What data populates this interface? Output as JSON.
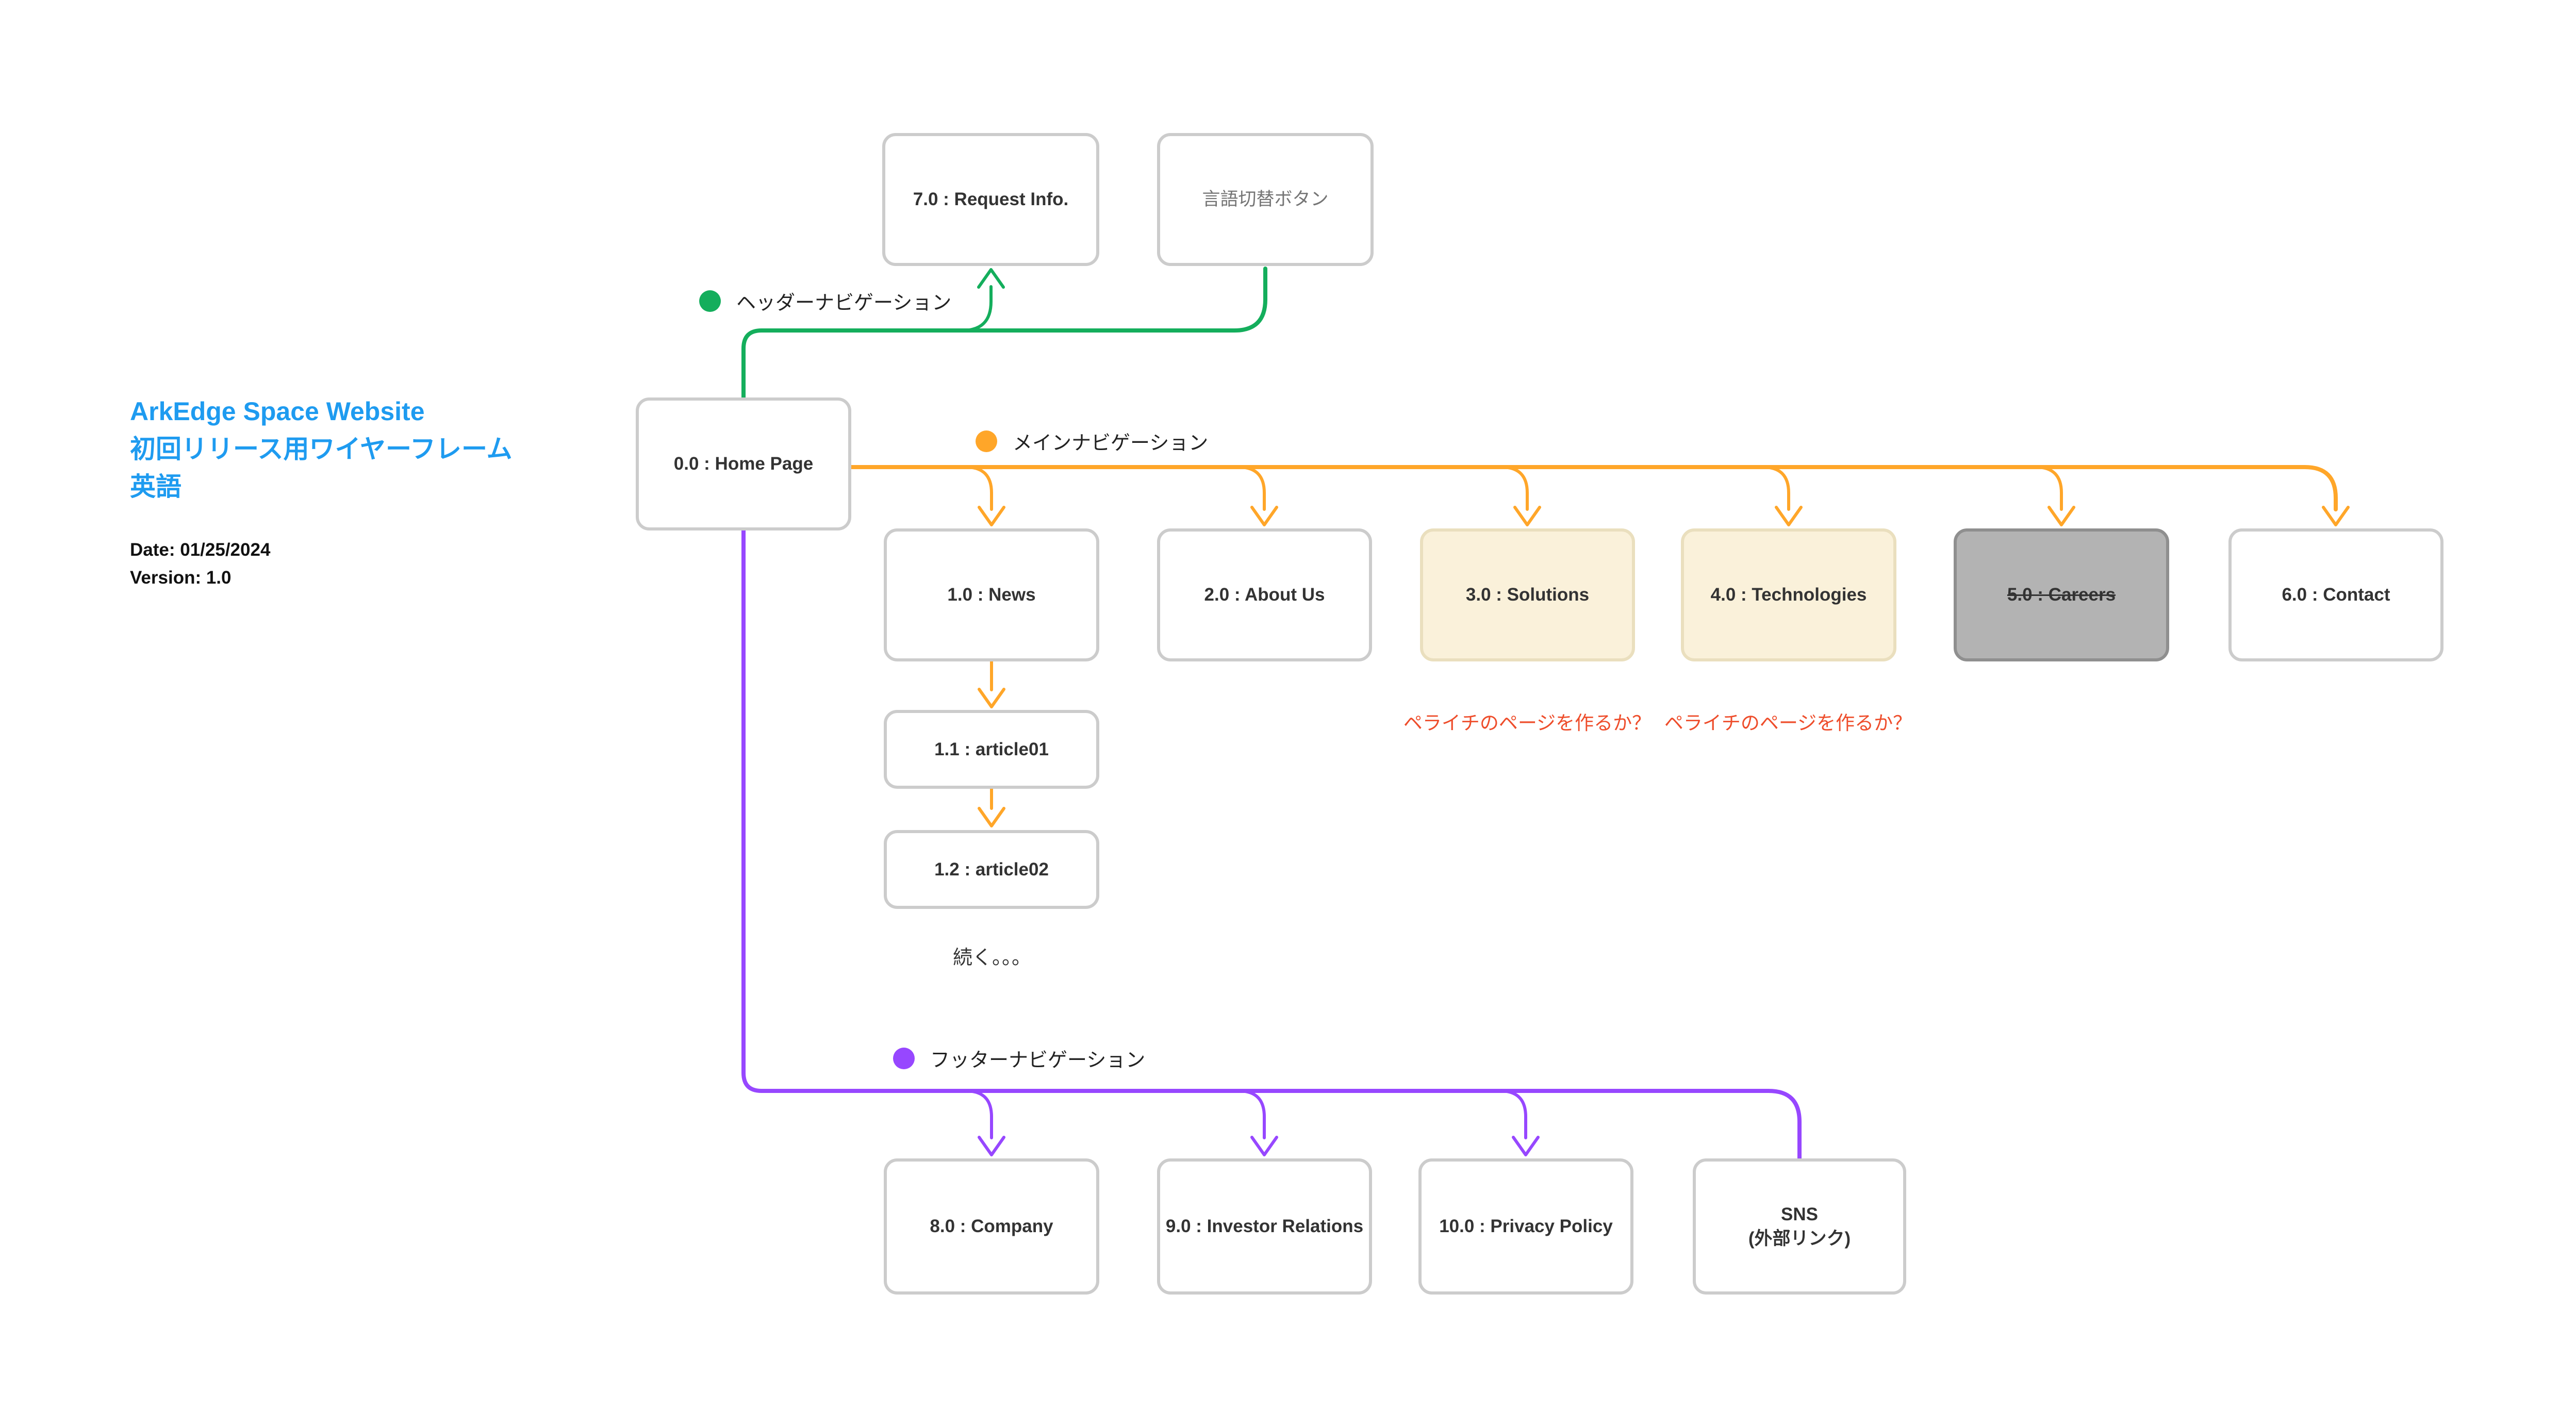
{
  "title": {
    "lines": [
      "ArkEdge Space Website",
      "初回リリース用ワイヤーフレーム",
      "英語"
    ],
    "color": "#1E9BF0"
  },
  "meta": {
    "date": "Date: 01/25/2024",
    "version": "Version: 1.0"
  },
  "legend": {
    "header": {
      "label": "ヘッダーナビゲーション",
      "color": "#14AE5C"
    },
    "main": {
      "label": "メインナビゲーション",
      "color": "#FFA629"
    },
    "footer": {
      "label": "フッターナビゲーション",
      "color": "#9747FF"
    }
  },
  "nodes": {
    "home": {
      "label": "0.0 : Home Page"
    },
    "request_info": {
      "label": "7.0 : Request Info."
    },
    "lang_switch": {
      "label": "言語切替ボタン"
    },
    "news": {
      "label": "1.0 : News"
    },
    "about": {
      "label": "2.0 : About Us"
    },
    "solutions": {
      "label": "3.0 : Solutions"
    },
    "technologies": {
      "label": "4.0 : Technologies"
    },
    "careers": {
      "label": "5.0 : Careers"
    },
    "contact": {
      "label": "6.0 : Contact"
    },
    "article01": {
      "label": "1.1 : article01"
    },
    "article02": {
      "label": "1.2 : article02"
    },
    "company": {
      "label": "8.0 : Company"
    },
    "investor": {
      "label": "9.0 : Investor Relations"
    },
    "privacy": {
      "label": "10.0 : Privacy Policy"
    },
    "sns": {
      "label": "SNS\n(外部リンク)"
    }
  },
  "notes": {
    "solutions_note": "ペライチのページを作るか？",
    "technologies_note": "ペライチのページを作るか？",
    "continue_note": "続く。。。",
    "note_color": "#EE4D2B"
  },
  "colors": {
    "header_nav": "#14AE5C",
    "main_nav": "#FFA629",
    "footer_nav": "#9747FF",
    "highlight_fill": "#FAF1DA",
    "highlight_border": "#EADFBE",
    "disabled_fill": "#B3B3B3",
    "disabled_border": "#8F8F8F",
    "box_border": "#CCCCCC",
    "box_text": "#333333",
    "muted_text": "#757575",
    "title_blue": "#1E9BF0"
  }
}
